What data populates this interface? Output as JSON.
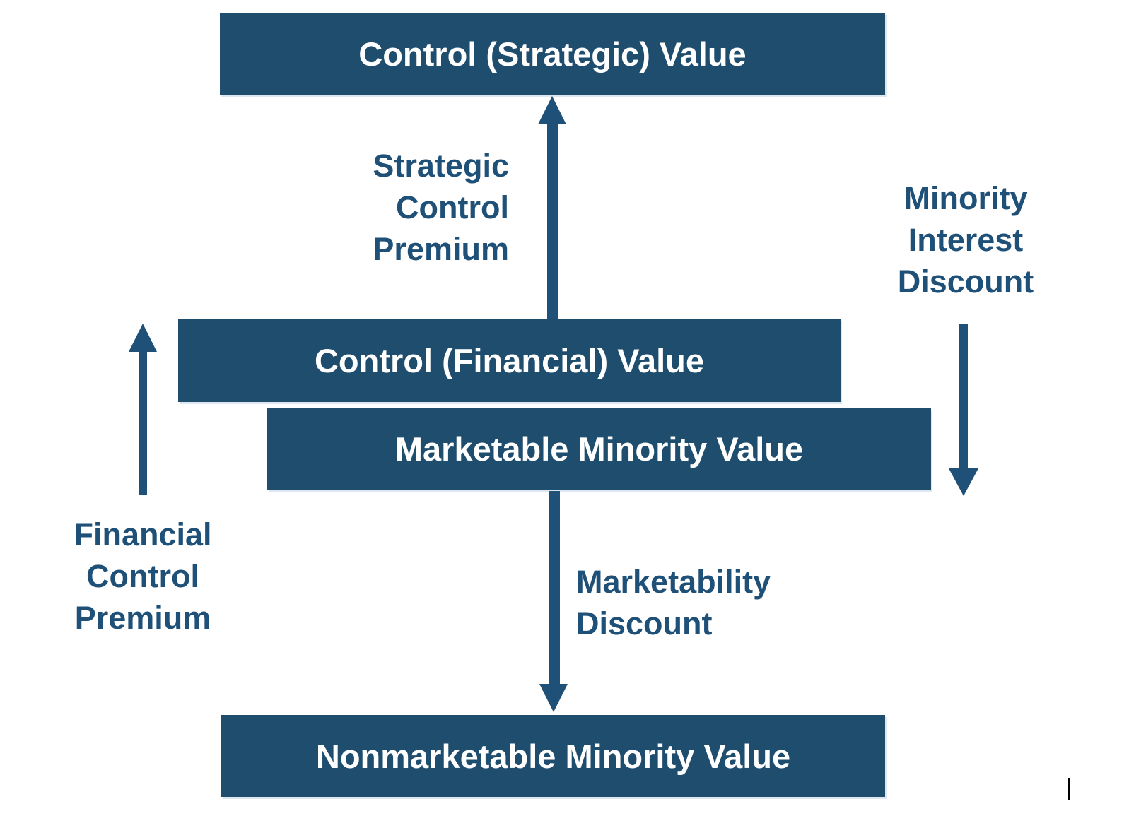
{
  "diagram": {
    "boxes": [
      {
        "label": "Control (Strategic) Value"
      },
      {
        "label": "Control (Financial) Value"
      },
      {
        "label": "Marketable Minority Value"
      },
      {
        "label": "Nonmarketable Minority Value"
      }
    ],
    "annotations": {
      "strategic_control_premium": {
        "lines": [
          "Strategic",
          "Control",
          "Premium"
        ],
        "arrow_direction": "up"
      },
      "minority_interest_discount": {
        "lines": [
          "Minority",
          "Interest",
          "Discount"
        ],
        "arrow_direction": "down"
      },
      "financial_control_premium": {
        "lines": [
          "Financial",
          "Control",
          "Premium"
        ],
        "arrow_direction": "up"
      },
      "marketability_discount": {
        "lines": [
          "Marketability",
          "Discount"
        ],
        "arrow_direction": "down"
      }
    },
    "colors": {
      "box_fill": "#1f4d6e",
      "box_text": "#ffffff",
      "accent_text": "#1f5078",
      "arrow": "#1f5078",
      "background": "#ffffff",
      "caret": "#000000"
    }
  }
}
